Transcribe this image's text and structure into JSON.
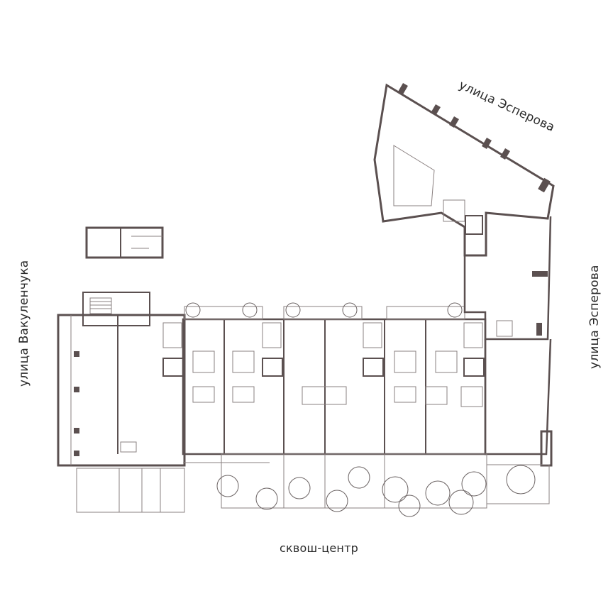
{
  "labels": {
    "street_top": "улица Эсперова",
    "street_left": "улица Вакуленчука",
    "street_right": "улица Эсперова",
    "bottom": "сквош-центр"
  },
  "colors": {
    "wall": "#5b5050",
    "text": "#2b2b2b",
    "background": "#ffffff"
  }
}
